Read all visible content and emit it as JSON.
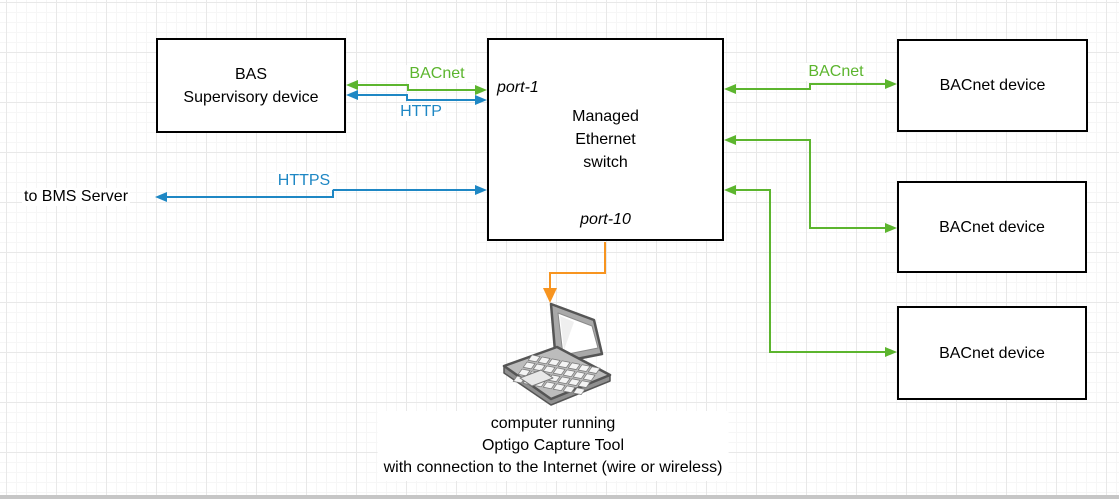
{
  "diagram": {
    "nodes": {
      "bas": {
        "title": "BAS",
        "subtitle": "Supervisory device"
      },
      "switch": {
        "port_top_label": "port-1",
        "name_line1": "Managed",
        "name_line2": "Ethernet",
        "name_line3": "switch",
        "port_bottom_label": "port-10"
      },
      "bacnet_device_1": {
        "label": "BACnet device"
      },
      "bacnet_device_2": {
        "label": "BACnet device"
      },
      "bacnet_device_3": {
        "label": "BACnet device"
      }
    },
    "edge_labels": {
      "bacnet_left": "BACnet",
      "http": "HTTP",
      "https": "HTTPS",
      "bacnet_right": "BACnet"
    },
    "texts": {
      "bms_server": "to BMS Server",
      "caption_line1": "computer running",
      "caption_line2": "Optigo Capture Tool",
      "caption_line3": "with connection to the Internet (wire or wireless)"
    },
    "colors": {
      "bacnet_green": "#5cb52e",
      "http_blue": "#1e87c4",
      "capture_orange": "#f7941f",
      "node_border": "#000000",
      "node_fill": "#ffffff"
    },
    "icons": {
      "laptop": "laptop-icon"
    }
  }
}
